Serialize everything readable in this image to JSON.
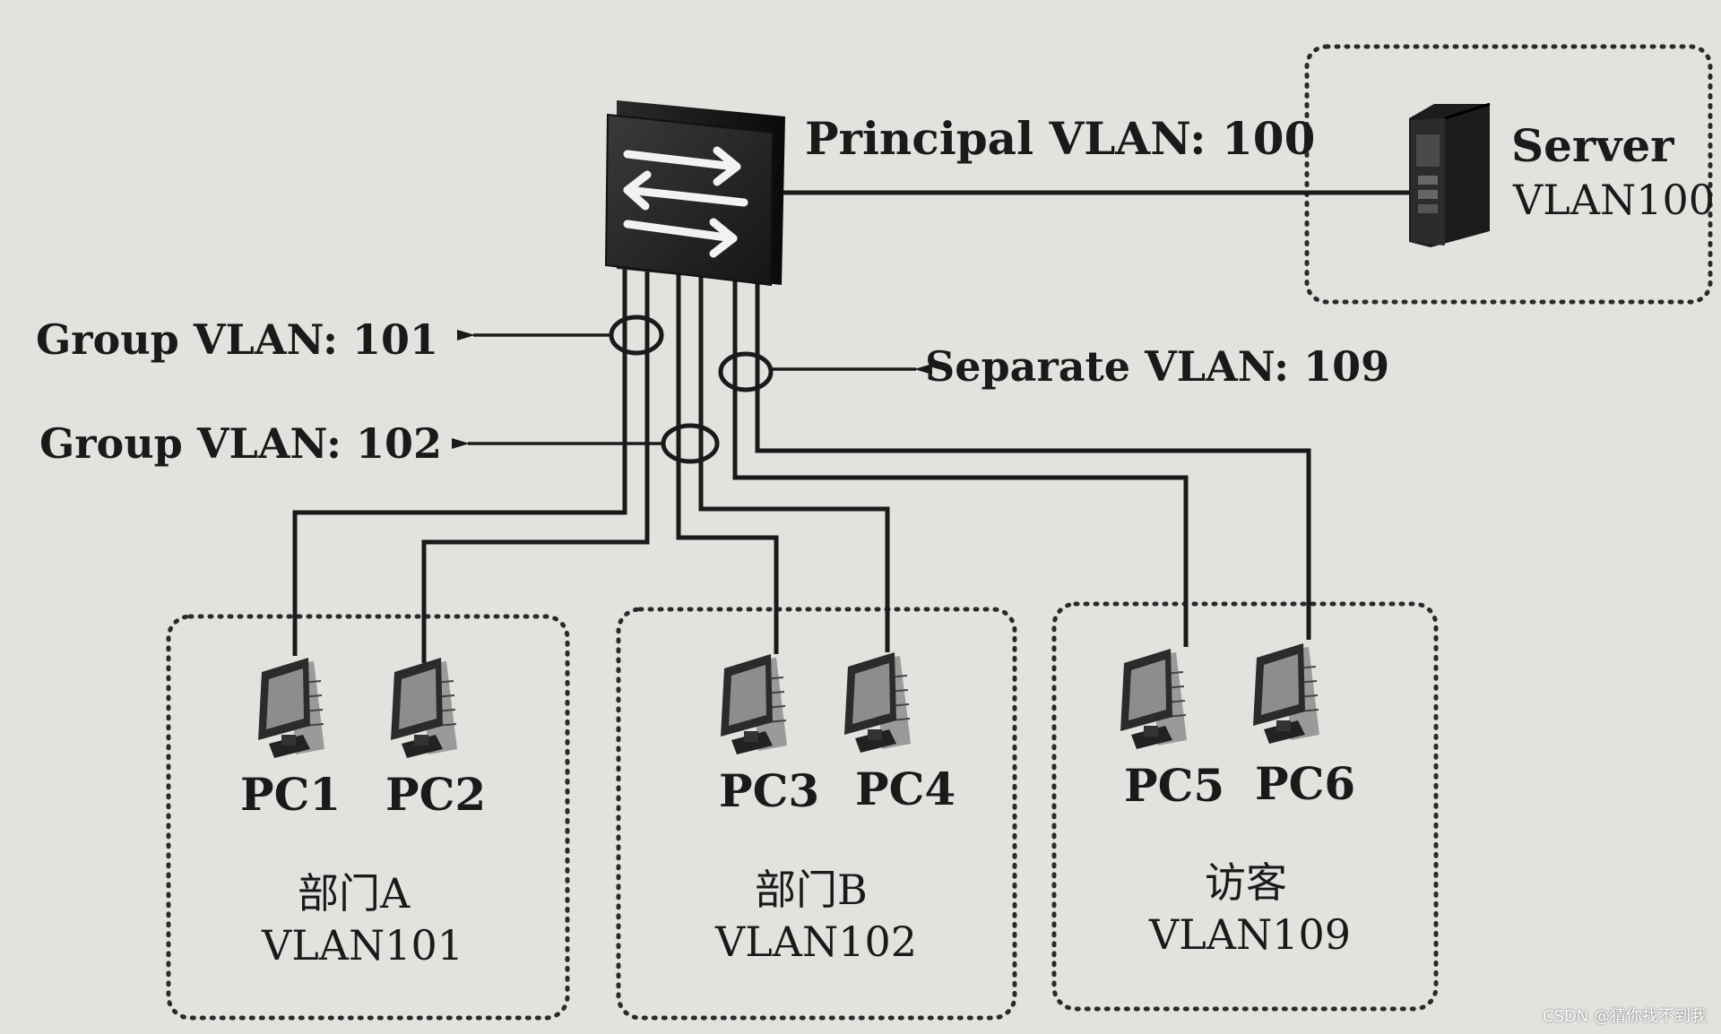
{
  "switch": {
    "uplink_label": "Principal VLAN:  100"
  },
  "server": {
    "name": "Server",
    "vlan": "VLAN100"
  },
  "ports": {
    "group_101": "Group VLAN:  101",
    "group_102": "Group VLAN:  102",
    "separate_109": "Separate VLAN:  109"
  },
  "groups": [
    {
      "dept": "部门A",
      "vlan": "VLAN101",
      "pcs": [
        "PC1",
        "PC2"
      ]
    },
    {
      "dept": "部门B",
      "vlan": "VLAN102",
      "pcs": [
        "PC3",
        "PC4"
      ]
    },
    {
      "dept": "访客",
      "vlan": "VLAN109",
      "pcs": [
        "PC5",
        "PC6"
      ]
    }
  ],
  "watermark": "CSDN @猜你找不到我"
}
